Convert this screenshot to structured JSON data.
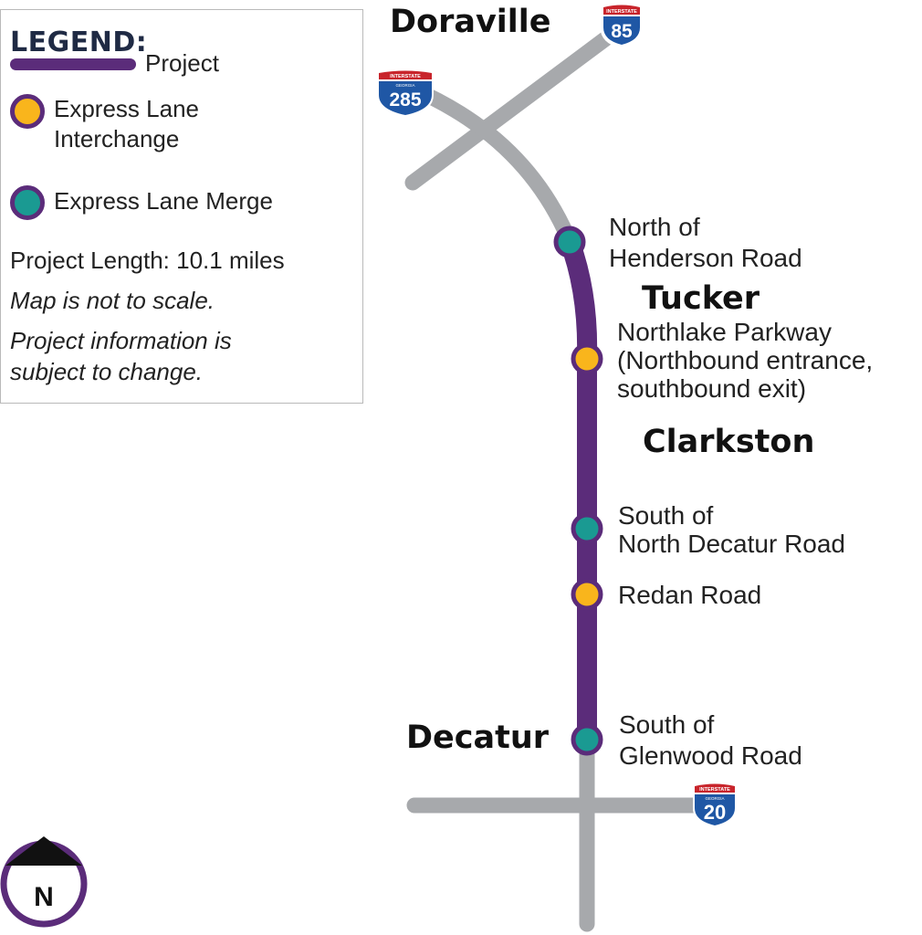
{
  "legend": {
    "title": "LEGEND:",
    "project_label": "Project",
    "interchange_label_line1": "Express Lane",
    "interchange_label_line2": "Interchange",
    "merge_label": "Express Lane Merge",
    "project_length": "Project Length: 10.1 miles",
    "scale_note": "Map is not to scale.",
    "change_note_line1": "Project information is",
    "change_note_line2": "subject to change."
  },
  "cities": {
    "doraville": "Doraville",
    "tucker": "Tucker",
    "clarkston": "Clarkston",
    "decatur": "Decatur"
  },
  "points": [
    {
      "kind": "merge",
      "line1": "North of",
      "line2": "Henderson Road"
    },
    {
      "kind": "interchange",
      "line1": "Northlake Parkway",
      "line2": "(Northbound entrance,",
      "line3": "southbound exit)"
    },
    {
      "kind": "merge",
      "line1": "South of",
      "line2": "North Decatur Road"
    },
    {
      "kind": "interchange",
      "line1": "Redan Road"
    },
    {
      "kind": "merge",
      "line1": "South of",
      "line2": "Glenwood Road"
    }
  ],
  "shields": {
    "i85": {
      "header": "INTERSTATE",
      "number": "85"
    },
    "i285": {
      "header": "INTERSTATE",
      "number": "285",
      "state": "GEORGIA"
    },
    "i20": {
      "header": "INTERSTATE",
      "number": "20",
      "state": "GEORGIA"
    }
  },
  "compass_label": "N",
  "colors": {
    "project": "#5b2c7a",
    "road": "#a7a9ac",
    "interchange": "#f9b51c",
    "merge": "#1a9a92",
    "shield_blue": "#1f57a5",
    "shield_red": "#c8242b"
  },
  "icons": {
    "compass": "north-arrow-icon",
    "interchange": "yellow-circle-icon",
    "merge": "teal-circle-icon"
  }
}
